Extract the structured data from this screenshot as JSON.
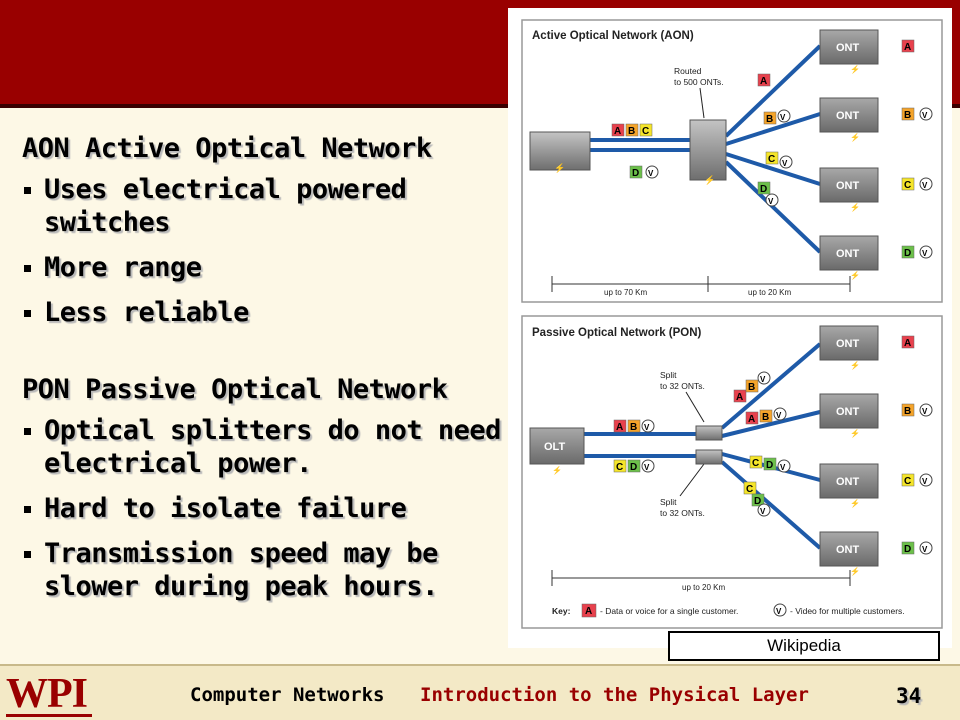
{
  "slide": {
    "sections": [
      {
        "heading": "AON  Active Optical Network",
        "bullets": [
          "Uses electrical powered switches",
          "More range",
          "Less reliable"
        ]
      },
      {
        "heading": "PON Passive Optical Network",
        "bullets": [
          "Optical splitters do not need electrical power.",
          "Hard to isolate failure",
          "Transmission speed may be slower during peak hours."
        ]
      }
    ],
    "source_caption": "Wikipedia"
  },
  "diagram": {
    "aon": {
      "title": "Active Optical Network (AON)",
      "note_line1": "Routed",
      "note_line2": "to 500 ONTs.",
      "distance1": "up to 70 Km",
      "distance2": "up to 20 Km"
    },
    "pon": {
      "title": "Passive Optical Network (PON)",
      "olt_label": "OLT",
      "split_top_line1": "Split",
      "split_top_line2": "to 32 ONTs.",
      "split_bot_line1": "Split",
      "split_bot_line2": "to 32 ONTs.",
      "distance": "up to 20 Km"
    },
    "ont_label": "ONT",
    "letters": {
      "a": "A",
      "b": "B",
      "c": "C",
      "d": "D",
      "v": "V"
    },
    "key_label": "Key:",
    "key_data": "- Data or voice for a single customer.",
    "key_video": "- Video for multiple customers.",
    "colors": {
      "a": "#e8414d",
      "b": "#f5a42a",
      "c": "#f5e52a",
      "d": "#6cc04a",
      "fiber": "#1e5aa8",
      "box": "#8a8a8a"
    }
  },
  "footer": {
    "logo": "WPI",
    "course": "Computer Networks",
    "topic": "Introduction to the Physical Layer",
    "page": "34"
  }
}
